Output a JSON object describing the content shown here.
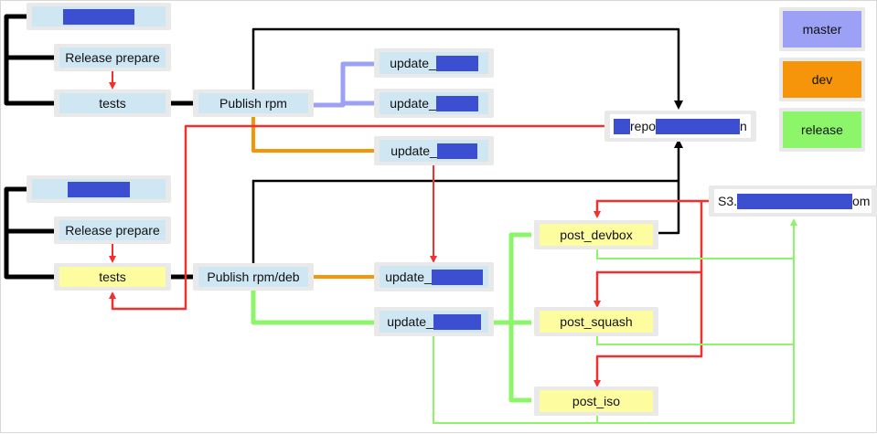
{
  "colors": {
    "master": "#9da1f5",
    "dev": "#f7950a",
    "release": "#8cf56a",
    "black": "#000000",
    "red": "#f2312f",
    "redact": "#3b4fd0",
    "node_blue": "#cfe6f3",
    "node_yellow": "#fdfda0"
  },
  "legend": {
    "master": "master",
    "dev": "dev",
    "release": "release"
  },
  "nodes": {
    "release_prepare_1": "Release prepare",
    "tests_1": "tests",
    "publish_rpm": "Publish rpm",
    "update_1": "update_",
    "update_2": "update_",
    "update_3": "update_",
    "repo_prefix": "repo",
    "repo_suffix": "n",
    "release_prepare_2": "Release prepare",
    "tests_2": "tests",
    "publish_rpm_deb": "Publish rpm/deb",
    "update_4": "update_",
    "update_5": "update_",
    "s3_prefix": "S3.",
    "s3_suffix": "om",
    "post_devbox": "post_devbox",
    "post_squash": "post_squash",
    "post_iso": "post_iso"
  }
}
